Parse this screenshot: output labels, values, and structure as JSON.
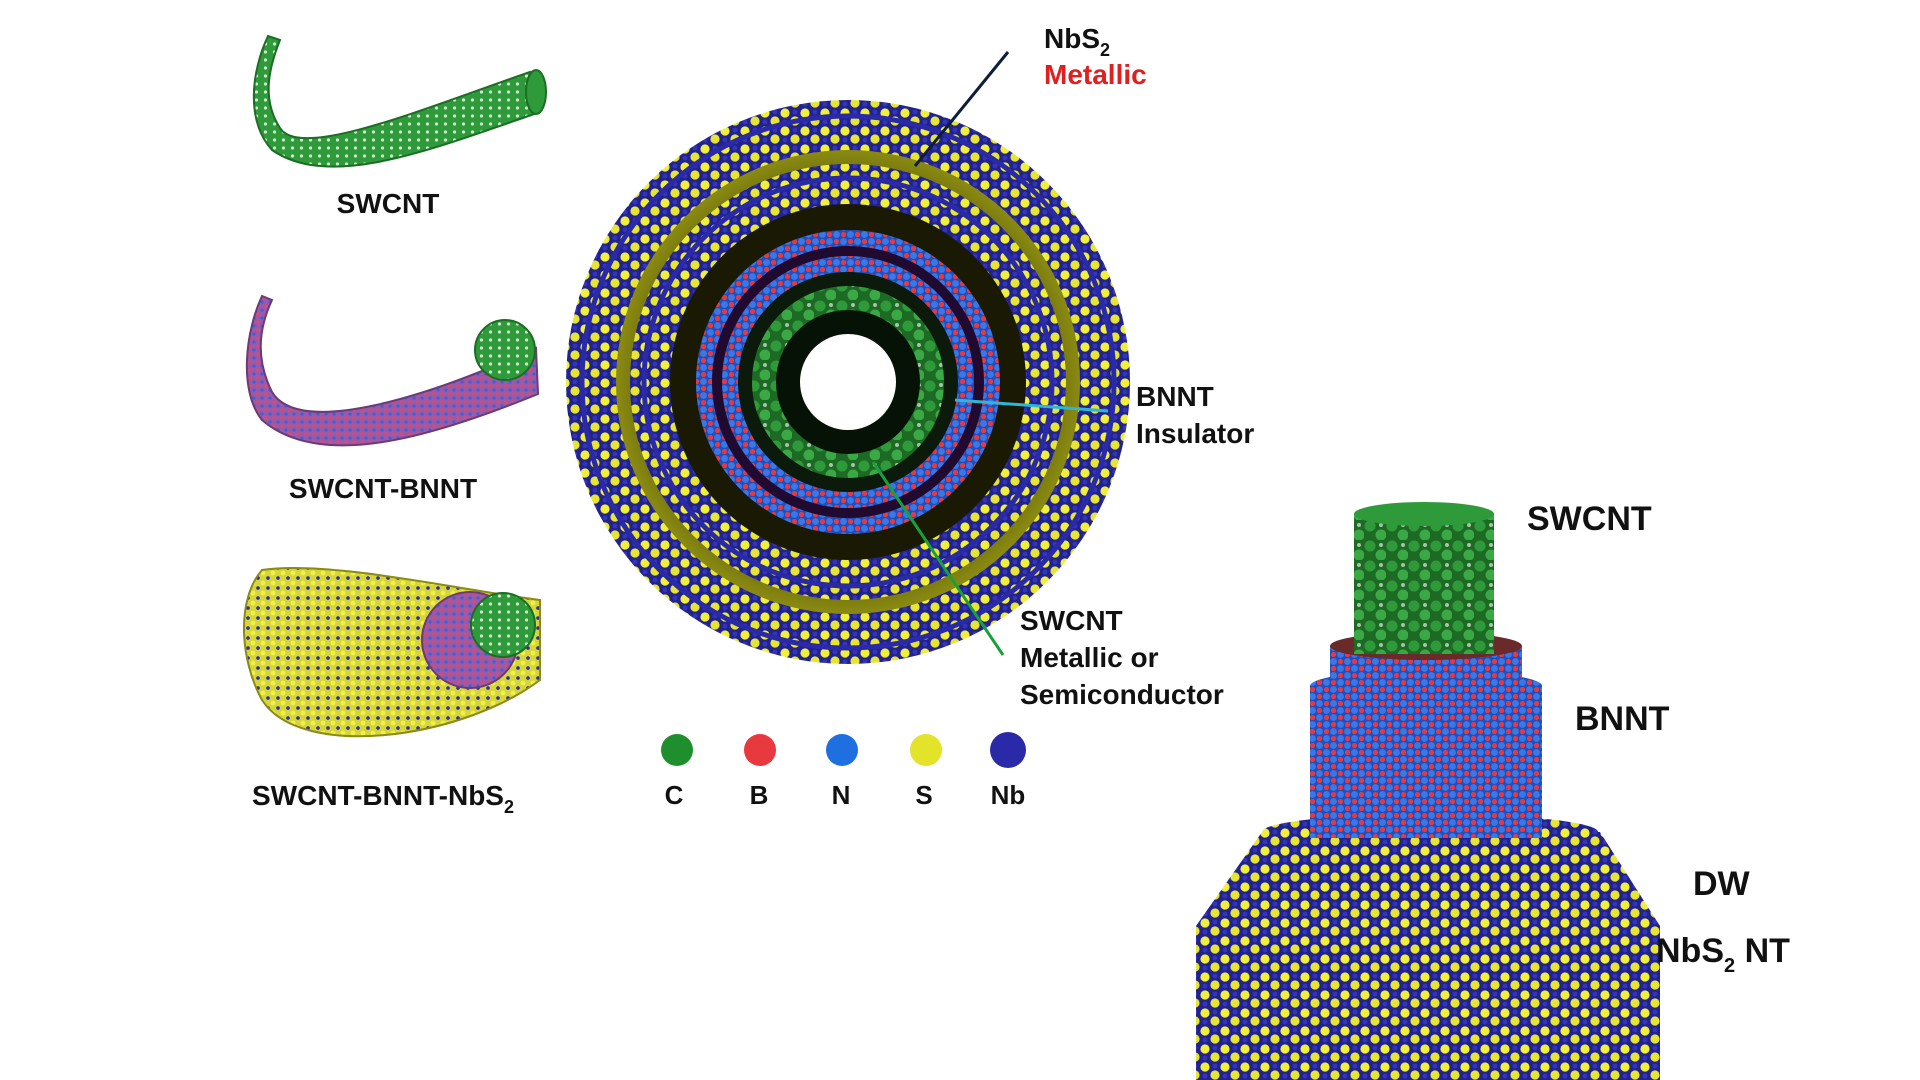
{
  "tube_labels": {
    "swcnt": "SWCNT",
    "swcnt_bnnt": "SWCNT-BNNT",
    "swcnt_bnnt_nbs2_main": "SWCNT-BNNT-NbS",
    "swcnt_bnnt_nbs2_sub": "2"
  },
  "cross_section": {
    "nbs2_main": "NbS",
    "nbs2_sub": "2",
    "nbs2_property": "Metallic",
    "bnnt_name": "BNNT",
    "bnnt_property": "Insulator",
    "swcnt_name": "SWCNT",
    "swcnt_property_line1": "Metallic or",
    "swcnt_property_line2": "Semiconductor"
  },
  "legend": [
    {
      "symbol": "C",
      "color": "#1f8f2e"
    },
    {
      "symbol": "B",
      "color": "#e8393f"
    },
    {
      "symbol": "N",
      "color": "#1e6fe0"
    },
    {
      "symbol": "S",
      "color": "#e3e32a"
    },
    {
      "symbol": "Nb",
      "color": "#2a2aa8"
    }
  ],
  "side_view": {
    "swcnt": "SWCNT",
    "bnnt": "BNNT",
    "dw": "DW",
    "nbs2nt_main_a": "NbS",
    "nbs2nt_sub": "2",
    "nbs2nt_main_b": " NT"
  },
  "colors": {
    "carbon": "#1f8f2e",
    "boron": "#e8393f",
    "nitrogen": "#1e6fe0",
    "sulfur": "#e3e32a",
    "niobium": "#2a2aa8",
    "metallic_text": "#e02020",
    "pointer_dark": "#0d1d3a",
    "pointer_cyan": "#2fb6d6",
    "pointer_green": "#1aa03a"
  }
}
